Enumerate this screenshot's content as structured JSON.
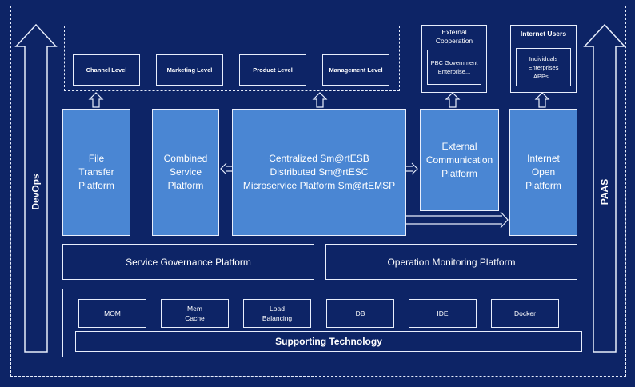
{
  "left_arrow": {
    "label": "DevOps"
  },
  "right_arrow": {
    "label": "PAAS"
  },
  "levels": [
    "Channel Level",
    "Marketing Level",
    "Product Level",
    "Management Level"
  ],
  "external_cooperation": {
    "title": "External\nCooperation",
    "content": "PBC Government\nEnterprise..."
  },
  "internet_users": {
    "title": "Internet Users",
    "content": "Individuals\nEnterprises\nAPPs..."
  },
  "platforms": {
    "file_transfer": "File\nTransfer\nPlatform",
    "combined_service": "Combined\nService\nPlatform",
    "central": "Centralized Sm@rtESB\nDistributed Sm@rtESC\nMicroservice Platform Sm@rtEMSP",
    "external_comm": "External\nCommunication\nPlatform",
    "internet_open": "Internet\nOpen\nPlatform"
  },
  "governance": "Service Governance Platform",
  "monitoring": "Operation Monitoring Platform",
  "tech_items": [
    "MOM",
    "Mem\nCache",
    "Load\nBalancing",
    "DB",
    "IDE",
    "Docker"
  ],
  "supporting": "Supporting Technology",
  "colors": {
    "background": "#0d2466",
    "platform_fill": "#4a86d3",
    "line": "#e8eefc"
  }
}
